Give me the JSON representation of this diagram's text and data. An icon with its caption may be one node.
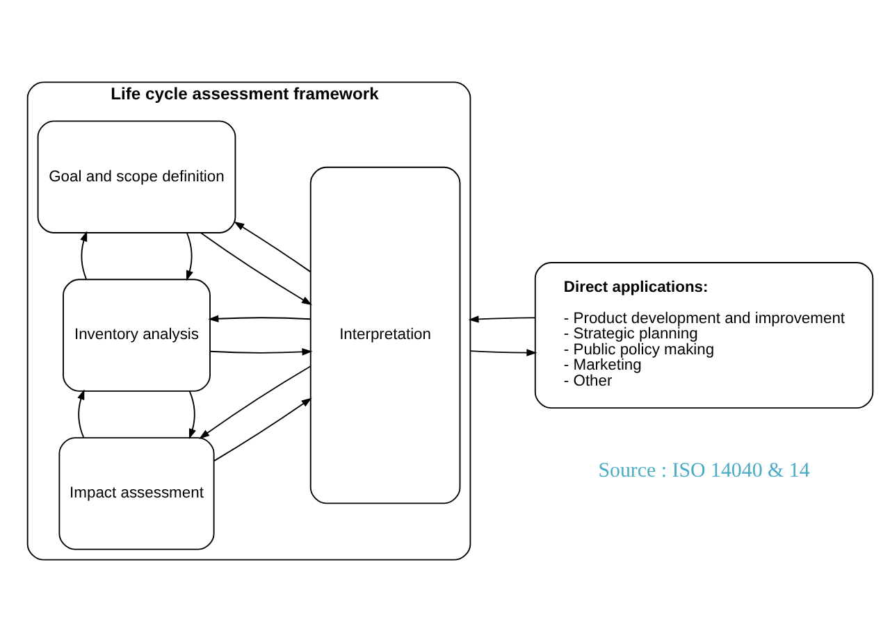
{
  "diagram": {
    "nodes": [
      {
        "text": [
          "Life cycle assessment framework"
        ]
      },
      {
        "text": [
          "Goal and scope definition"
        ],
        "in": 0
      },
      {
        "text": [
          "Inventory analysis"
        ],
        "in": 0
      },
      {
        "text": [
          "Impact assessment"
        ],
        "in": 0
      },
      {
        "text": [
          "Interpretation"
        ],
        "in": 0
      },
      {
        "text": [
          "Direct applications:",
          "- Product development and improvement",
          "- Strategic planning",
          "- Public policy making",
          "- Marketing",
          "- Other"
        ]
      }
    ],
    "edges": [
      {
        "from": 1,
        "to": 4,
        "arrow": "to"
      },
      {
        "from": 4,
        "to": 1,
        "arrow": "to"
      },
      {
        "from": 1,
        "to": 2,
        "arrow": "to"
      },
      {
        "from": 2,
        "to": 1,
        "arrow": "to"
      },
      {
        "from": 2,
        "to": 4,
        "arrow": "to"
      },
      {
        "from": 4,
        "to": 2,
        "arrow": "to"
      },
      {
        "from": 2,
        "to": 3,
        "arrow": "to"
      },
      {
        "from": 3,
        "to": 2,
        "arrow": "to"
      },
      {
        "from": 3,
        "to": 4,
        "arrow": "to"
      },
      {
        "from": 4,
        "to": 3,
        "arrow": "to"
      },
      {
        "from": 0,
        "to": 5,
        "arrow": "to"
      },
      {
        "from": 5,
        "to": 0,
        "arrow": "to"
      }
    ],
    "labels": [
      "Source : ISO 14040 & 14"
    ]
  }
}
